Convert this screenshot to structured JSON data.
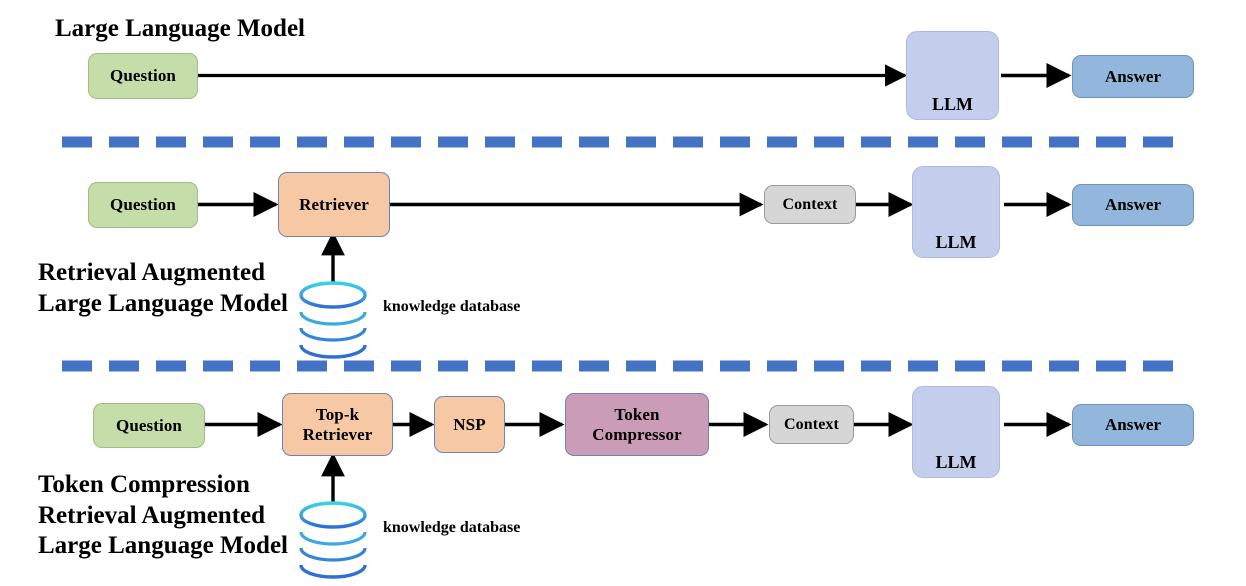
{
  "diagram": {
    "title_font_color": "#000000",
    "background": "#ffffff",
    "divider_color": "#4472C4",
    "arrow_color": "#000000",
    "palette": {
      "question_fill": "#C5DDA8",
      "retriever_fill": "#F6C9A4",
      "compressor_fill": "#CA9CB7",
      "context_fill": "#D6D6D6",
      "answer_fill": "#93B7DC",
      "llm_panel_fill": "#C3CDEC",
      "cube_front": "#7C8FC6",
      "cube_top": "#A8B4DA",
      "cube_side": "#6A7EB8",
      "db_top_stroke": "#35D2E8",
      "db_bottom_stroke": "#2E6FD4"
    }
  },
  "rows": [
    {
      "id": "row-llm",
      "title": "Large Language Model",
      "nodes": [
        {
          "id": "question",
          "label": "Question"
        },
        {
          "id": "llm",
          "label": "LLM"
        },
        {
          "id": "answer",
          "label": "Answer"
        }
      ]
    },
    {
      "id": "row-rag",
      "title": "Retrieval Augmented\nLarge Language Model",
      "database_caption": "knowledge database",
      "nodes": [
        {
          "id": "question",
          "label": "Question"
        },
        {
          "id": "retriever",
          "label": "Retriever"
        },
        {
          "id": "context",
          "label": "Context"
        },
        {
          "id": "llm",
          "label": "LLM"
        },
        {
          "id": "answer",
          "label": "Answer"
        }
      ]
    },
    {
      "id": "row-tc-rag",
      "title": "Token Compression\nRetrieval Augmented\nLarge Language Model",
      "database_caption": "knowledge database",
      "nodes": [
        {
          "id": "question",
          "label": "Question"
        },
        {
          "id": "topk-retriever",
          "label": "Top-k\nRetriever"
        },
        {
          "id": "nsp",
          "label": "NSP"
        },
        {
          "id": "token-compressor",
          "label": "Token\nCompressor"
        },
        {
          "id": "context",
          "label": "Context"
        },
        {
          "id": "llm",
          "label": "LLM"
        },
        {
          "id": "answer",
          "label": "Answer"
        }
      ]
    }
  ]
}
